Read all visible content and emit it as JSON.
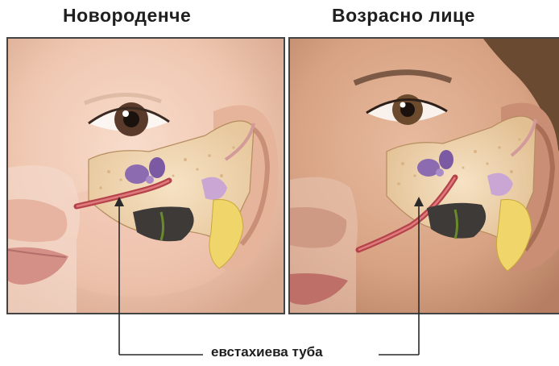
{
  "titles": {
    "left": "Новороденче",
    "right": "Возрасно лице"
  },
  "caption": "евстахиева туба",
  "colors": {
    "skin_baby": "#f1cdb8",
    "skin_adult": "#d8a487",
    "bone": "#f2d9b5",
    "ossicles": "#8d6bb0",
    "tube": "#b5434a",
    "cartilage": "#f0d56a"
  }
}
